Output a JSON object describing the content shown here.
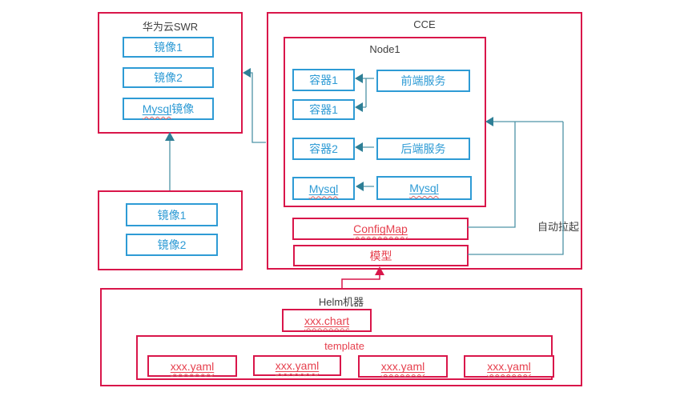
{
  "colors": {
    "box_red": "#d9164a",
    "box_blue": "#2e9bd5",
    "text_red": "#e6404e",
    "text_blue": "#2e9bd5",
    "text_dark": "#3f3f3f",
    "connector_teal": "#4d93a6",
    "squiggle_red": "#e06666"
  },
  "swr": {
    "title": "华为云SWR",
    "images": [
      "镜像1",
      "镜像2"
    ],
    "mysql_image": {
      "prefix": "Mysql",
      "suffix": "镜像"
    }
  },
  "image_source": {
    "images": [
      "镜像1",
      "镜像2"
    ]
  },
  "cce": {
    "title": "CCE",
    "node": {
      "title": "Node1",
      "containers": [
        "容器1",
        "容器1",
        "容器2"
      ],
      "mysql_container": "Mysql",
      "services": [
        "前端服务",
        "后端服务"
      ],
      "mysql_service": "Mysql"
    },
    "configmap": "ConfigMap",
    "model": "模型",
    "auto_pull": "自动拉起"
  },
  "helm": {
    "title": "Helm机器",
    "chart": "xxx.chart",
    "template": {
      "title": "template",
      "files": [
        "xxx.yaml",
        "xxx.yaml",
        "xxx.yaml",
        "xxx.yaml"
      ]
    }
  }
}
